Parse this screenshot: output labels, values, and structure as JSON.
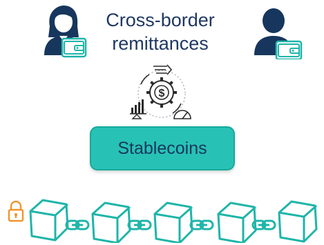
{
  "diagram": {
    "title_line1": "Cross-border",
    "title_line2": "remittances",
    "center_label": "Stablecoins",
    "icons": {
      "sender": "woman-with-wallet-icon",
      "receiver": "man-with-wallet-icon",
      "process": "gear-dollar-cycle-icon",
      "lock": "padlock-icon",
      "chain": "blockchain-icon"
    },
    "colors": {
      "navy": "#17365d",
      "teal": "#27c2b5",
      "chain_stroke": "#1fb5a9",
      "lock": "#f0952b"
    }
  }
}
